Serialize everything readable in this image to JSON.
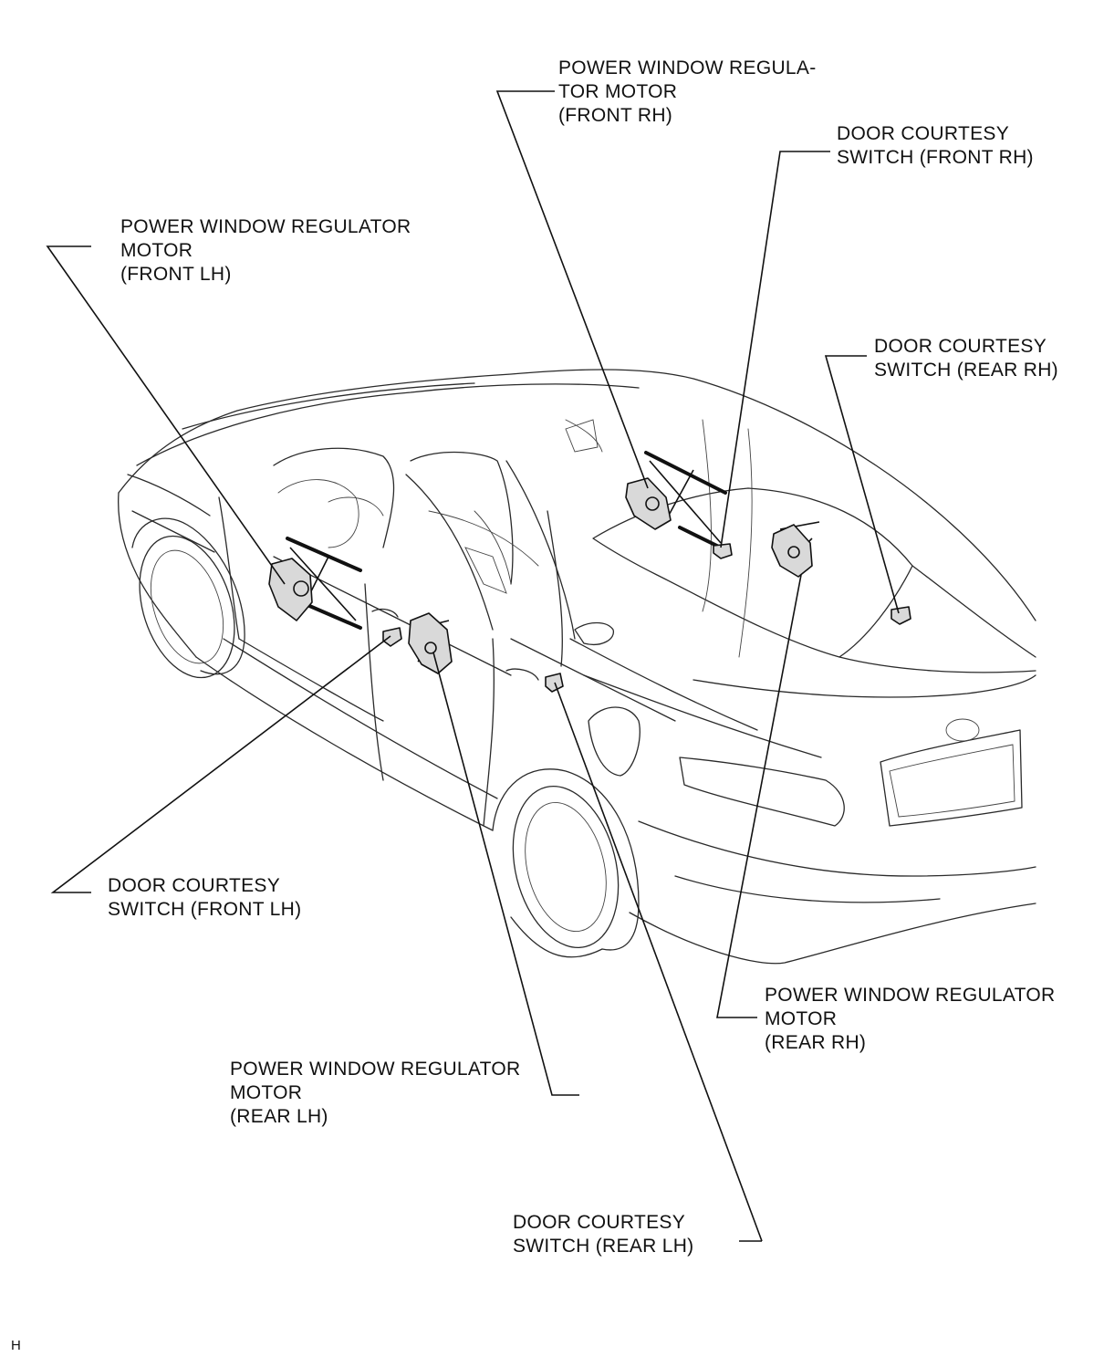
{
  "labels": {
    "pw_front_rh": [
      "POWER WINDOW REGULA-",
      "TOR MOTOR",
      "(FRONT RH)"
    ],
    "dcs_front_rh": [
      "DOOR COURTESY",
      "SWITCH (FRONT RH)"
    ],
    "pw_front_lh": [
      "POWER WINDOW REGULATOR",
      "MOTOR",
      "(FRONT LH)"
    ],
    "dcs_rear_rh": [
      "DOOR COURTESY",
      "SWITCH (REAR RH)"
    ],
    "dcs_front_lh": [
      "DOOR COURTESY",
      "SWITCH (FRONT LH)"
    ],
    "pw_rear_rh": [
      "POWER WINDOW REGULATOR",
      "MOTOR",
      "(REAR RH)"
    ],
    "pw_rear_lh": [
      "POWER WINDOW REGULATOR",
      "MOTOR",
      "(REAR LH)"
    ],
    "dcs_rear_lh": [
      "DOOR COURTESY",
      "SWITCH (REAR LH)"
    ]
  },
  "corner_mark": "H"
}
